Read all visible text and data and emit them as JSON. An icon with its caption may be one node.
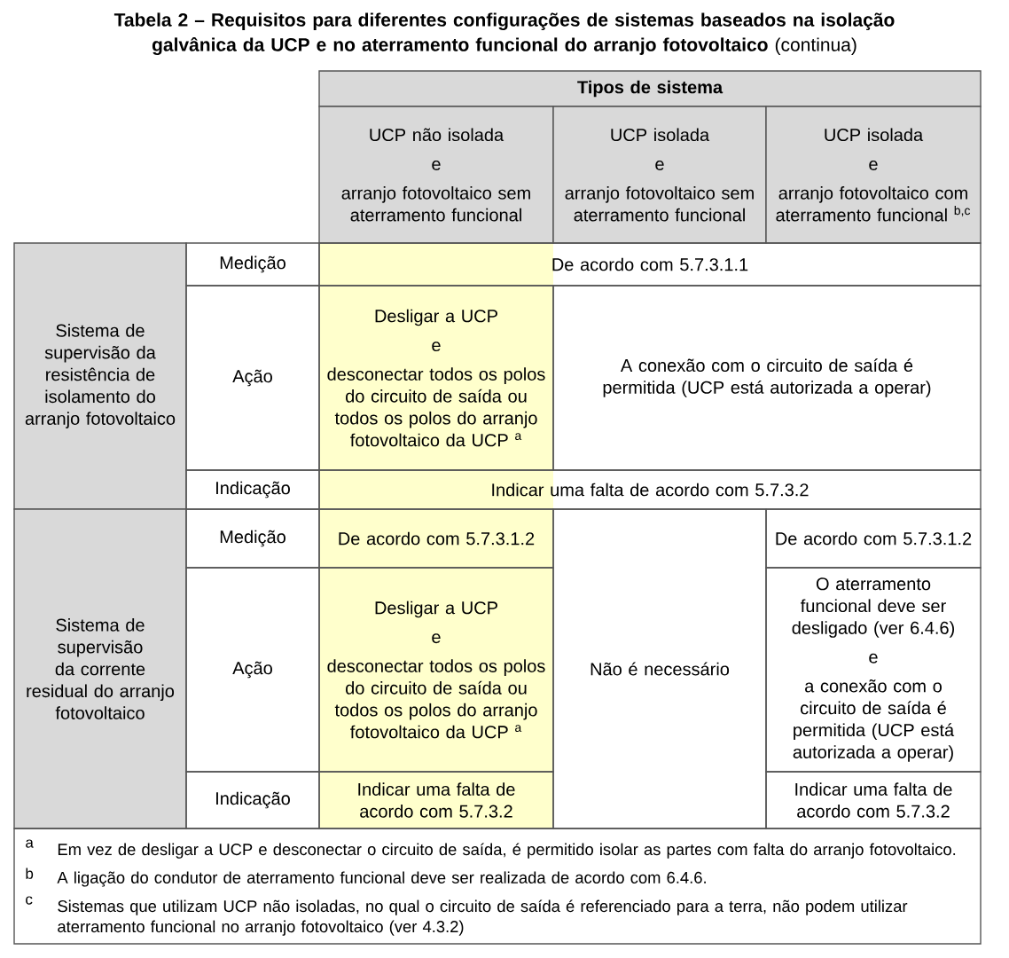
{
  "diagram": {
    "title": "**Tabela 2 – Requisitos para diferentes configurações de sistemas baseados na isolação galvânica da UCP e no aterramento funcional do arranjo fotovoltaico** (continua)",
    "labels": [
      "Tipos de sistema",
      "UCP não isolada",
      "e",
      "arranjo fotovoltaico sem aterramento funcional",
      "UCP isolada",
      "e",
      "arranjo fotovoltaico sem aterramento funcional",
      "UCP isolada",
      "e",
      "arranjo fotovoltaico com aterramento funcional $^{b,c}$",
      "Sistema de supervisão da resistência de isolamento do arranjo fotovoltaico",
      "Medição",
      "De acordo com 5.7.3.1.1",
      "Ação",
      "Desligar a UCP",
      "e",
      "desconectar todos os polos do circuito de saída ou todos os polos do arranjo fotovoltaico da UCP $^{a}$",
      "A conexão com o circuito de saída é permitida (UCP está autorizada a operar)",
      "Indicação",
      "Indicar uma falta de acordo com 5.7.3.2",
      "Sistema de supervisão da corrente residual do arranjo fotovoltaico",
      "Medição",
      "De acordo com 5.7.3.1.2",
      "Não é necessário",
      "De acordo com 5.7.3.1.2",
      "Ação",
      "Desligar a UCP",
      "e",
      "desconectar todos os polos do circuito de saída ou todos os polos do arranjo fotovoltaico da UCP $^{a}$",
      "O aterramento funcional deve ser desligado (ver 6.4.6)",
      "e",
      "a conexão com o circuito de saída é permitida (UCP está autorizada a operar)",
      "Indicação",
      "Indicar uma falta de acordo com 5.7.3.2",
      "Indicar uma falta de acordo com 5.7.3.2",
      "a",
      "Em vez de desligar a UCP e desconectar o circuito de saída, é permitido isolar as partes com falta do arranjo fotovoltaico.",
      "b",
      "A ligação do condutor de aterramento funcional deve ser realizada de acordo com 6.4.6.",
      "c",
      "Sistemas que utilizam UCP não isoladas, no qual o circuito de saída é referenciado para a terra, não podem utilizar aterramento funcional no arranjo fotovoltaico (ver 4.3.2)"
    ]
  }
}
